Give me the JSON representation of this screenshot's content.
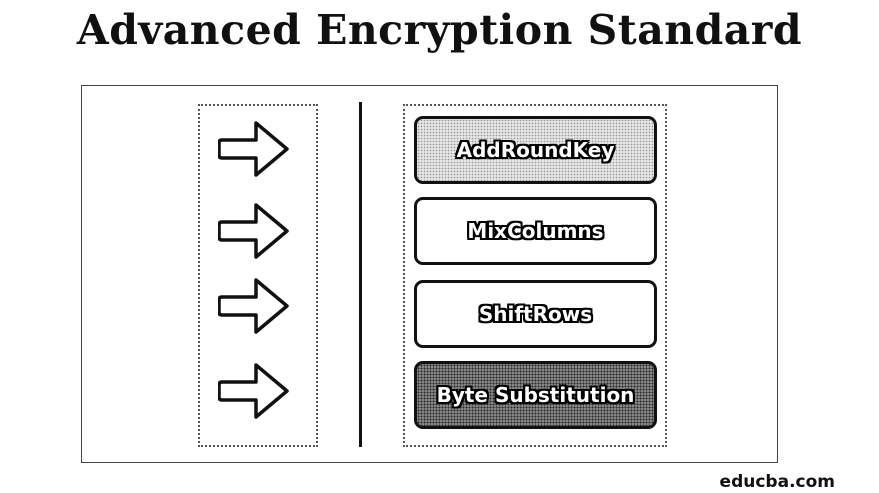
{
  "title": "Advanced Encryption Standard",
  "steps": [
    {
      "label": "AddRoundKey"
    },
    {
      "label": "MixColumns"
    },
    {
      "label": "ShiftRows"
    },
    {
      "label": "Byte Substitution"
    }
  ],
  "arrow_icon": "arrow-right-icon",
  "watermark": "educba.com"
}
